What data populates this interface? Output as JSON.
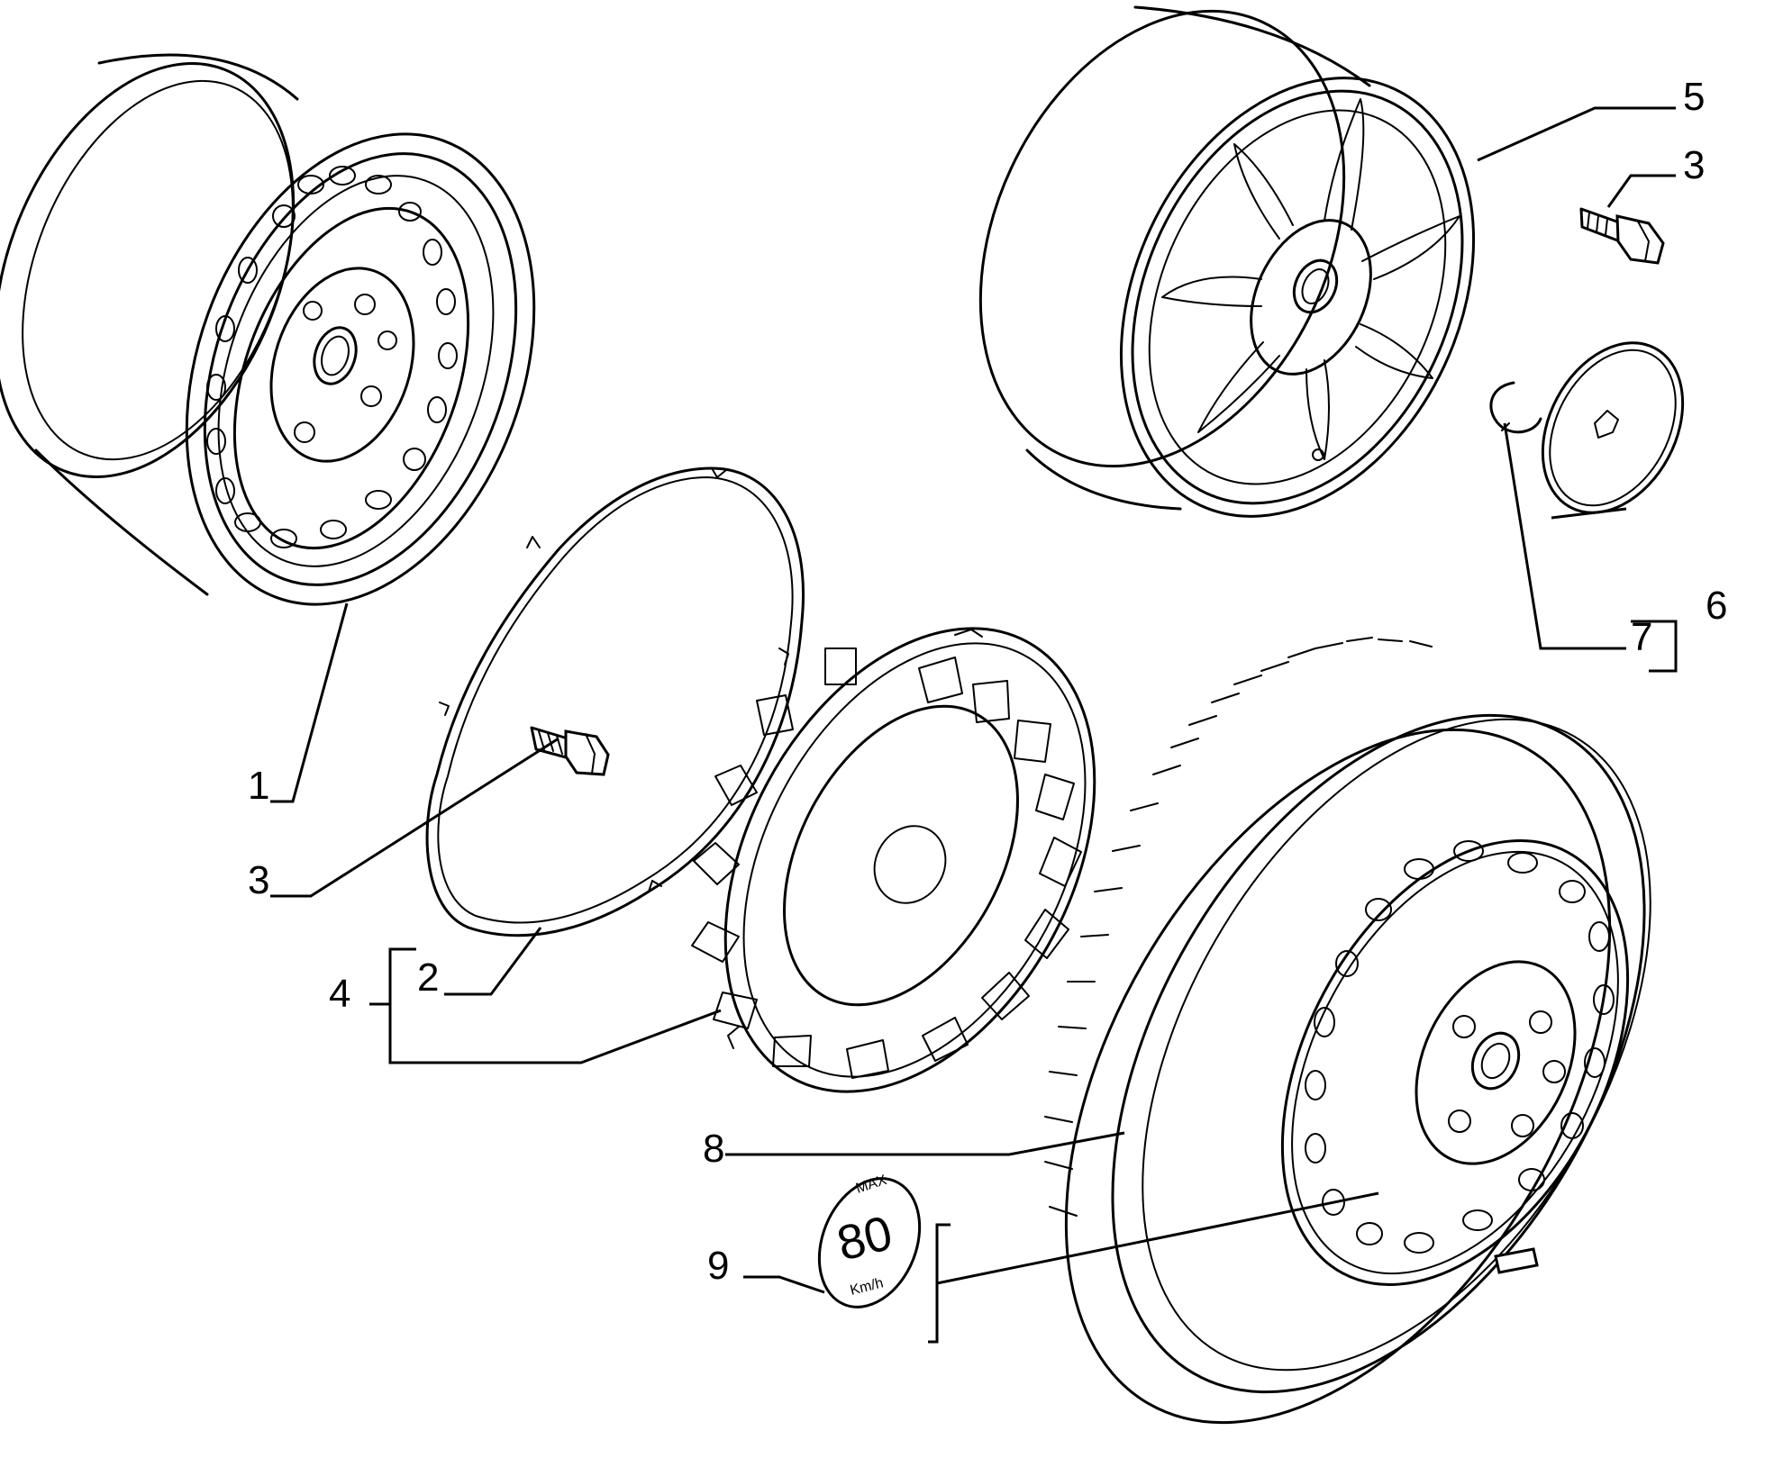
{
  "callouts": {
    "c1": "1",
    "c2": "2",
    "c3a": "3",
    "c3b": "3",
    "c4": "4",
    "c5": "5",
    "c6": "6",
    "c7": "7",
    "c8": "8",
    "c9": "9"
  },
  "badge": {
    "line1": "MAX",
    "line2": "80",
    "line3": "Km/h"
  },
  "colors": {
    "ink": "#000000",
    "paper": "#ffffff"
  }
}
